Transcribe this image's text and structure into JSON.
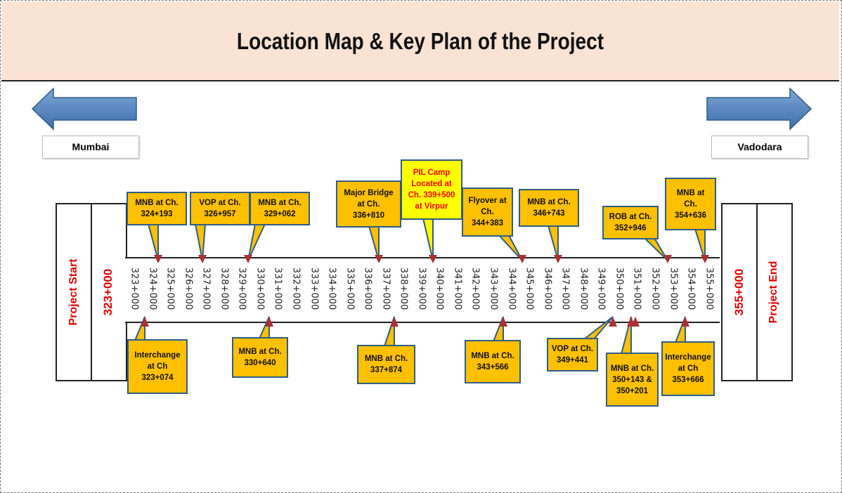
{
  "title": "Location Map & Key Plan of the Project",
  "start_city": "Mumbai",
  "end_city": "Vadodara",
  "project_start": {
    "label": "Project Start",
    "chainage": "323+000"
  },
  "project_end": {
    "label": "Project End",
    "chainage": "355+000"
  },
  "chainage_ticks": [
    "323+000",
    "324+000",
    "325+000",
    "326+000",
    "327+000",
    "328+000",
    "329+000",
    "330+000",
    "331+000",
    "332+000",
    "333+000",
    "334+000",
    "335+000",
    "336+000",
    "337+000",
    "338+000",
    "339+000",
    "340+000",
    "341+000",
    "342+000",
    "343+000",
    "344+000",
    "345+000",
    "346+000",
    "347+000",
    "348+000",
    "349+000",
    "350+000",
    "351+000",
    "352+000",
    "353+000",
    "354+000",
    "355+000"
  ],
  "colors": {
    "callout_fill": "#ffc000",
    "pil_fill": "#ffff00",
    "pil_text": "#ff0000",
    "marker": "#a83232",
    "chainage_red": "#e00000",
    "arrow_blue": "#4f81bd"
  },
  "top_callouts": [
    {
      "text": "MNB at Ch.\n324+193"
    },
    {
      "text": "VOP at Ch.\n326+957"
    },
    {
      "text": "MNB at Ch.\n329+062"
    },
    {
      "text": "Major Bridge\nat Ch.\n336+810"
    },
    {
      "text": "PIL Camp\nLocated at\nCh. 339+500\nat Virpur"
    },
    {
      "text": "Flyover at\nCh.\n344+383"
    },
    {
      "text": "MNB at Ch.\n346+743"
    },
    {
      "text": "ROB at Ch.\n352+946"
    },
    {
      "text": "MNB at\nCh.\n354+636"
    }
  ],
  "bottom_callouts": [
    {
      "text": "Interchange\nat Ch\n323+074"
    },
    {
      "text": "MNB at Ch.\n330+640"
    },
    {
      "text": "MNB at Ch.\n337+874"
    },
    {
      "text": "MNB at Ch.\n343+566"
    },
    {
      "text": "VOP at Ch.\n349+441"
    },
    {
      "text": "MNB at Ch.\n350+143 &\n350+201"
    },
    {
      "text": "Interchange\nat Ch\n353+666"
    }
  ]
}
